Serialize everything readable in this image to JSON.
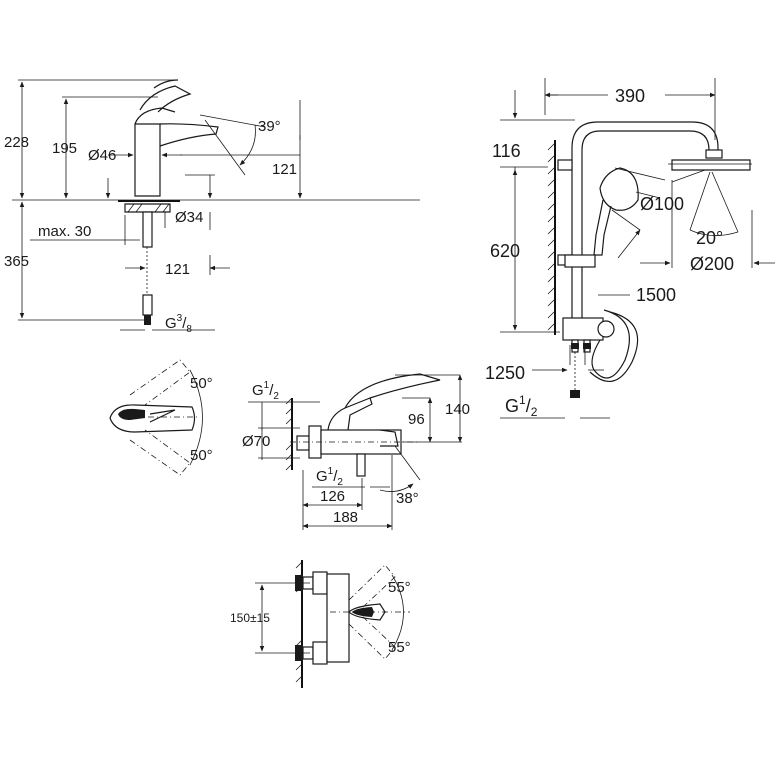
{
  "basin_mixer": {
    "dim_228": "228",
    "dim_195": "195",
    "dim_diameter_46": "Ø46",
    "dim_angle_39": "39°",
    "dim_121_height": "121",
    "dim_diameter_34": "Ø34",
    "dim_max30": "max. 30",
    "dim_365": "365",
    "dim_121_length": "121",
    "thread_G": "G",
    "thread_num": "3",
    "thread_den": "8"
  },
  "basin_top_view": {
    "angle_top": "50°",
    "angle_bottom": "50°"
  },
  "bath_mixer": {
    "thread_top_G": "G",
    "thread_top_num": "1",
    "thread_top_den": "2",
    "dim_diameter_70": "Ø70",
    "dim_96": "96",
    "dim_140": "140",
    "thread_bottom_G": "G",
    "thread_bottom_num": "1",
    "thread_bottom_den": "2",
    "dim_126": "126",
    "dim_188": "188",
    "angle_38": "38°"
  },
  "shower_mixer": {
    "dim_150": "150±15",
    "angle_top": "55°",
    "angle_bottom": "55°"
  },
  "shower_system": {
    "dim_390": "390",
    "dim_116": "116",
    "dim_620": "620",
    "dim_diameter_100": "Ø100",
    "angle_20": "20°",
    "dim_diameter_200": "Ø200",
    "dim_1500": "1500",
    "dim_1250": "1250",
    "thread_G": "G",
    "thread_num": "1",
    "thread_den": "2"
  }
}
